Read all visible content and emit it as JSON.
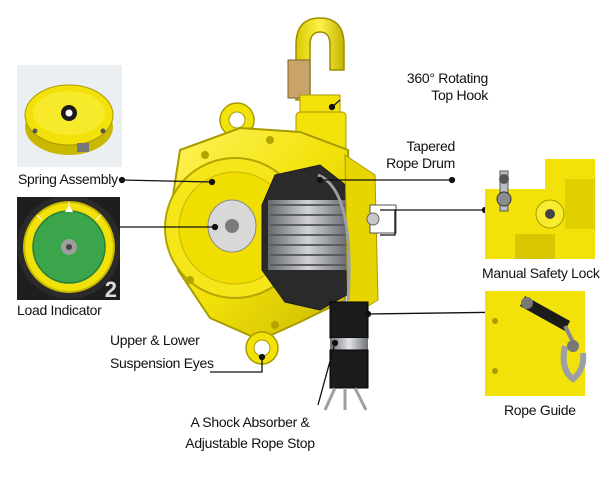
{
  "labels": {
    "top_hook": [
      "360° Rotating",
      "Top Hook"
    ],
    "rope_drum": [
      "Tapered",
      "Rope Drum"
    ],
    "spring_assembly": "Spring Assembly",
    "load_indicator": "Load Indicator",
    "manual_safety_lock": "Manual Safety Lock",
    "suspension_eyes": [
      "Upper & Lower",
      "Suspension Eyes"
    ],
    "rope_guide": "Rope Guide",
    "shock_absorber": [
      "A Shock Absorber &",
      "Adjustable Rope Stop"
    ]
  },
  "indicator_digit": "2",
  "colors": {
    "body_yellow": "#f2e20a",
    "shadow_yellow": "#c9b800",
    "dark_yellow": "#a89a00",
    "indicator_green": "#3aa54a",
    "leader_line": "#111111",
    "metal": "#b9bcc0",
    "dark": "#1b1b1b"
  },
  "icons": [
    "hook-icon",
    "spring-icon",
    "gauge-icon",
    "lock-icon",
    "pulley-icon"
  ]
}
